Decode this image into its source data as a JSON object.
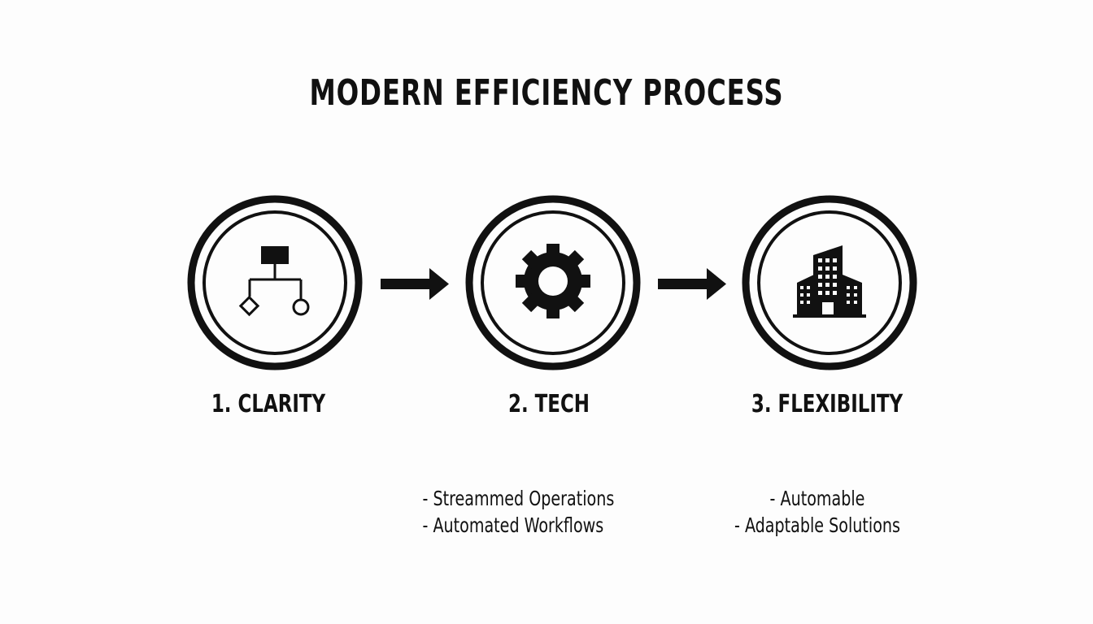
{
  "title": "MODERN EFFICIENCY PROCESS",
  "steps": [
    {
      "label": "1. CLARITY",
      "icon": "flowchart-icon",
      "bullets": []
    },
    {
      "label": "2. TECH",
      "icon": "gear-icon",
      "bullets": [
        "- Streammed Operations",
        "- Automated Workflows"
      ]
    },
    {
      "label": "3. FLEXIBILITY",
      "icon": "building-icon",
      "bullets": [
        "- Automable",
        "- Adaptable Solutions"
      ]
    }
  ],
  "colors": {
    "ink": "#111111",
    "background": "#fdfdfd"
  }
}
